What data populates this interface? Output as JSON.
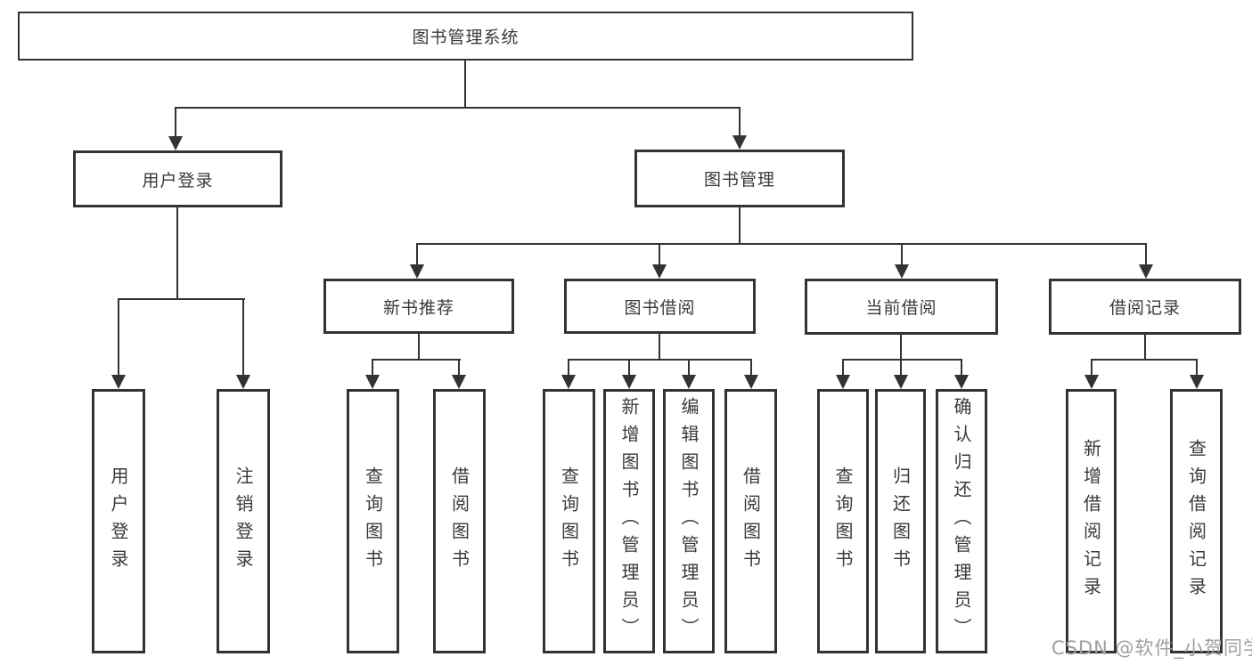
{
  "colors": {
    "stroke": "#333333",
    "text": "#3a3a3a",
    "watermark_gray": "#a0a0a0",
    "background": "#ffffff"
  },
  "root": {
    "label": "图书管理系统"
  },
  "user_login": {
    "label": "用户登录",
    "children": [
      "用户登录",
      "注销登录"
    ]
  },
  "book_management": {
    "label": "图书管理",
    "sections": [
      {
        "label": "新书推荐",
        "children": [
          "查询图书",
          "借阅图书"
        ]
      },
      {
        "label": "图书借阅",
        "children": [
          "查询图书",
          "新增图书（管理员）",
          "编辑图书（管理员）",
          "借阅图书"
        ]
      },
      {
        "label": "当前借阅",
        "children": [
          "查询图书",
          "归还图书",
          "确认归还（管理员）"
        ]
      },
      {
        "label": "借阅记录",
        "children": [
          "新增借阅记录",
          "查询借阅记录"
        ]
      }
    ]
  },
  "watermark": {
    "text": "CSDN @软件_小贺同学"
  }
}
